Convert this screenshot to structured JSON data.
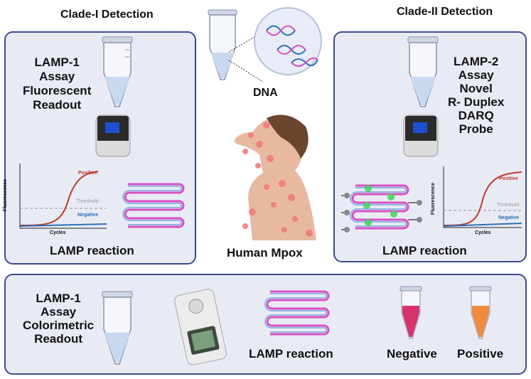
{
  "titles": {
    "clade1": "Clade-I Detection",
    "clade2": "Clade-II Detection"
  },
  "center": {
    "dna": "DNA",
    "human": "Human Mpox"
  },
  "left_panel": {
    "assay": [
      "LAMP-1",
      "Assay",
      "Fluorescent",
      "Readout"
    ],
    "reaction": "LAMP reaction",
    "plot": {
      "ylabel": "Fluorescence",
      "xlabel": "Cycles",
      "positive": "Positive",
      "negative": "Negative",
      "threshold": "Threshold"
    }
  },
  "right_panel": {
    "assay": [
      "LAMP-2",
      "Assay",
      "Novel",
      "R- Duplex",
      "DARQ",
      "Probe"
    ],
    "reaction": "LAMP reaction",
    "plot": {
      "ylabel": "Fluorescence",
      "xlabel": "Cycles",
      "positive": "Positive",
      "negative": "Negative",
      "threshold": "Threshold"
    }
  },
  "bottom_panel": {
    "assay": [
      "LAMP-1",
      "Assay",
      "Colorimetric",
      "Readout"
    ],
    "reaction": "LAMP reaction",
    "negative": "Negative",
    "positive": "Positive"
  },
  "colors": {
    "panel_bg": "#e9ebf4",
    "panel_border": "#3d4b8f",
    "positive_curve": "#c0392b",
    "negative_curve": "#2e6fb7",
    "threshold": "#999999",
    "negative_tube": "#d6336c",
    "positive_tube": "#f08a3c",
    "lamp_strand": "#d94fc2",
    "lamp_strand2": "#6fa8dc"
  }
}
